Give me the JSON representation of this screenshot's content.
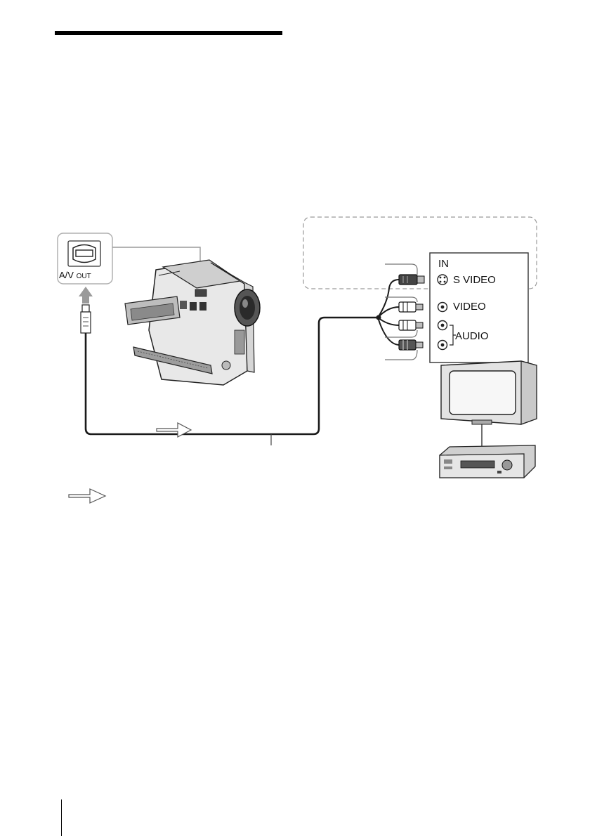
{
  "av_jack": {
    "label_main": "A/V",
    "label_small": "OUT"
  },
  "tv_panel": {
    "in_label": "IN",
    "s_video_label": "S VIDEO",
    "video_label": "VIDEO",
    "audio_label": "AUDIO"
  },
  "colors": {
    "ink": "#111111",
    "cable": "#1a1a1a",
    "dashed_box": "#9a9a9a",
    "jack_box": "#b0b0b0",
    "arrow_outline": "#555555",
    "up_arrow": "#9a9a9a"
  },
  "icons": [
    "av-out-jack-icon",
    "camcorder-icon",
    "television-icon",
    "vcr-icon",
    "signal-flow-arrow-icon",
    "s-video-plug-icon",
    "rca-plug-icon"
  ]
}
